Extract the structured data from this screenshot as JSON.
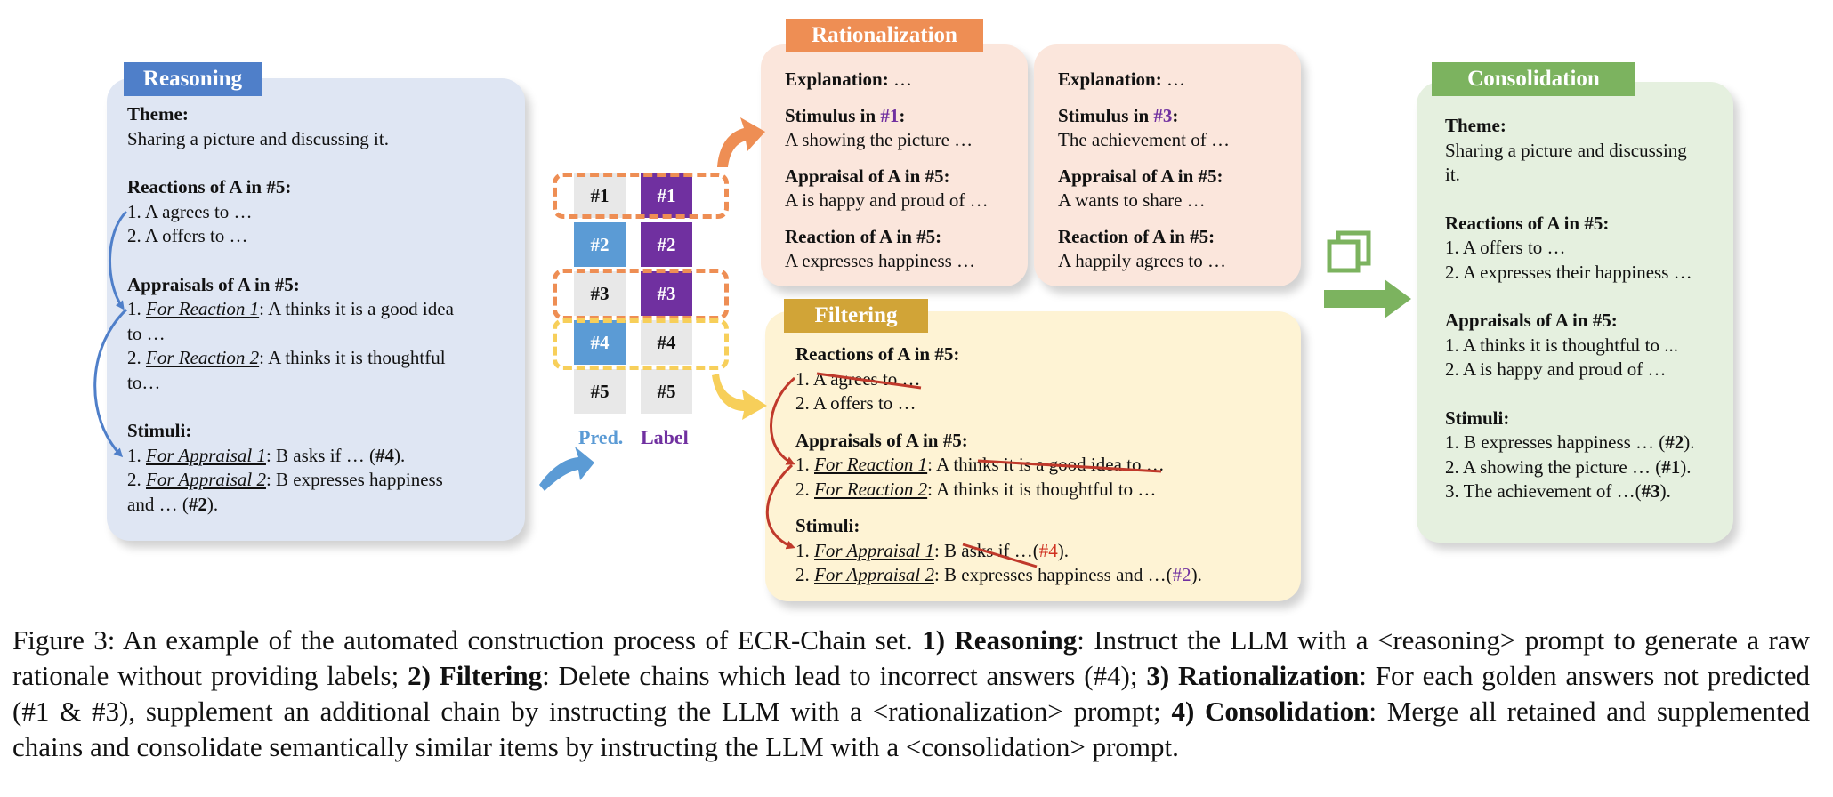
{
  "reasoning": {
    "tag": "Reasoning",
    "theme_label": "Theme:",
    "theme_text": "Sharing a picture and discussing it.",
    "reactions_label": "Reactions of A in #5:",
    "reactions": [
      "1. A agrees to …",
      "2. A offers to …"
    ],
    "appraisals_label": "Appraisals of A in #5:",
    "appraisal1_prefix": "1. ",
    "appraisal1_link": "For Reaction 1",
    "appraisal1_text": ": A thinks it is a good idea",
    "appraisal1_cont": "to …",
    "appraisal2_prefix": "2. ",
    "appraisal2_link": "For Reaction 2",
    "appraisal2_text": ": A thinks it is thoughtful",
    "appraisal2_cont": "to…",
    "stimuli_label": "Stimuli:",
    "stim1_prefix": "1. ",
    "stim1_link": "For Appraisal 1",
    "stim1_text": ": B asks if … (",
    "stim1_ref": "#4",
    "stim1_end": ").",
    "stim2_prefix": "2. ",
    "stim2_link": "For Appraisal 2",
    "stim2_text": ": B expresses happiness",
    "stim2_cont": "and … (",
    "stim2_ref": "#2",
    "stim2_end": ")."
  },
  "grid": {
    "pred": [
      "#1",
      "#2",
      "#3",
      "#4",
      "#5"
    ],
    "label": [
      "#1",
      "#2",
      "#3",
      "#4",
      "#5"
    ],
    "pred_title": "Pred.",
    "label_title": "Label"
  },
  "rationalization": {
    "tag": "Rationalization",
    "left": {
      "explanation_label": "Explanation:",
      "explanation_text": " …",
      "stimulus_label": "Stimulus in ",
      "stimulus_ref": "#1",
      "stimulus_colon": ":",
      "stimulus_text": "A showing the picture …",
      "appraisal_label": "Appraisal of A in #5:",
      "appraisal_text": "A is happy and proud of …",
      "reaction_label": "Reaction of A in #5:",
      "reaction_text": "A expresses happiness …"
    },
    "right": {
      "explanation_label": "Explanation:",
      "explanation_text": " …",
      "stimulus_label": "Stimulus in ",
      "stimulus_ref": "#3",
      "stimulus_colon": ":",
      "stimulus_text": "The achievement of …",
      "appraisal_label": "Appraisal of A in #5:",
      "appraisal_text": "A wants to share …",
      "reaction_label": "Reaction of A in #5:",
      "reaction_text": "A happily agrees to …"
    }
  },
  "filtering": {
    "tag": "Filtering",
    "reactions_label": "Reactions of A in #5:",
    "reactions": [
      "1. A agrees to …",
      "2. A offers to …"
    ],
    "appraisals_label": "Appraisals of A in #5:",
    "appraisal1_prefix": "1. ",
    "appraisal1_link": "For Reaction 1",
    "appraisal1_text": ": A thinks it is a good idea to …",
    "appraisal2_prefix": "2. ",
    "appraisal2_link": "For Reaction 2",
    "appraisal2_text": ": A thinks it is thoughtful to …",
    "stimuli_label": "Stimuli:",
    "stim1_prefix": "1. ",
    "stim1_link": "For Appraisal 1",
    "stim1_text": ": B asks if …(",
    "stim1_ref": "#4",
    "stim1_end": ").",
    "stim2_prefix": "2. ",
    "stim2_link": "For Appraisal 2",
    "stim2_text": ": B expresses happiness and …(",
    "stim2_ref": "#2",
    "stim2_end": ")."
  },
  "consolidation": {
    "tag": "Consolidation",
    "theme_label": "Theme:",
    "theme_text1": "Sharing a picture and discussing",
    "theme_text2": "it.",
    "reactions_label": "Reactions of A in #5:",
    "reactions": [
      "1. A offers to …",
      "2. A expresses their happiness …"
    ],
    "appraisals_label": "Appraisals of A in #5:",
    "appraisals": [
      "1. A thinks it is thoughtful to ...",
      "2. A is happy and proud of …"
    ],
    "stimuli_label": "Stimuli:",
    "stimuli": [
      {
        "text": "1. B expresses happiness … (",
        "ref": "#2",
        "end": ")."
      },
      {
        "text": "2. A showing the picture … (",
        "ref": "#1",
        "end": ")."
      },
      {
        "text": "3. The achievement of  …(",
        "ref": "#3",
        "end": ")."
      }
    ]
  },
  "caption": {
    "p1": "Figure 3: An example of the automated construction process of ECR-Chain set. ",
    "s1": "1) Reasoning",
    "p2": ": Instruct the LLM with a <reasoning> prompt to generate a raw rationale without providing labels; ",
    "s2": "2) Filtering",
    "p3": ": Delete chains which lead to incorrect answers (#4); ",
    "s3": "3) Rationalization",
    "p4": ": For each golden answers not predicted (#1 & #3), supplement an additional chain by instructing the LLM with a <rationalization> prompt; ",
    "s4": "4) Consolidation",
    "p5": ": Merge all retained and supplemented chains and consolidate semantically similar items by instructing the LLM with a <consolidation> prompt."
  },
  "colors": {
    "reasoning_bg": "#dfe6f3",
    "reasoning_tag": "#4f7fc9",
    "rational_bg": "#fbe6dc",
    "rational_tag": "#ee8e54",
    "filter_bg": "#fef3d4",
    "filter_tag": "#d1a437",
    "consol_bg": "#e5f0df",
    "consol_tag": "#7cb35f",
    "pred_blue": "#5b9bd5",
    "label_purple": "#7030a0",
    "cell_grey": "#e8e8e8",
    "ref_purple": "#7030a0",
    "ref_red": "#d03020"
  }
}
